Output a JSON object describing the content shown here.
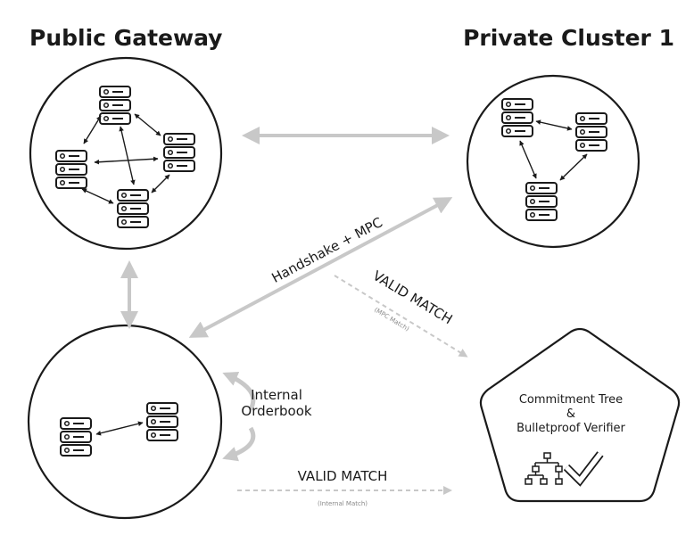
{
  "titles": {
    "left": "Public Gateway",
    "right": "Private Cluster 1"
  },
  "labels": {
    "handshake": "Handshake + MPC",
    "valid_match_diag": "VALID MATCH",
    "mpc_match": "(MPC Match)",
    "internal_line1": "Internal",
    "internal_line2": "Orderbook",
    "valid_match_bottom": "VALID MATCH",
    "internal_match": "(Internal Match)"
  },
  "verifier": {
    "line1": "Commitment Tree",
    "line2": "&",
    "line3": "Bulletproof Verifier"
  },
  "colors": {
    "arrow_gray": "#c8c8c8",
    "stroke": "#1a1a1a"
  }
}
